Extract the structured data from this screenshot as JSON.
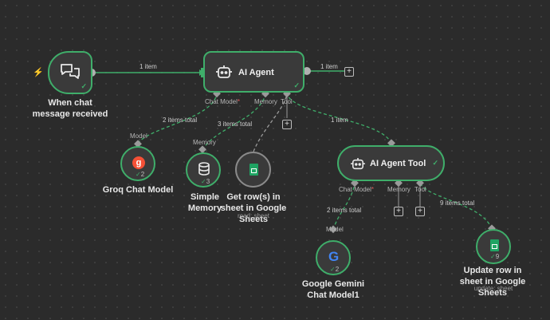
{
  "nodes": {
    "trigger": {
      "name": "When chat message received"
    },
    "agent": {
      "name": "AI Agent"
    },
    "groq": {
      "name": "Groq Chat Model",
      "count": "2"
    },
    "memory": {
      "name": "Simple Memory",
      "count": "3"
    },
    "sheets_get": {
      "name": "Get row(s) in sheet in Google Sheets",
      "subtitle": "read: sheet"
    },
    "agent_tool": {
      "name": "AI Agent Tool"
    },
    "gemini": {
      "name": "Google Gemini Chat Model1",
      "count": "2"
    },
    "sheets_update": {
      "name": "Update row in sheet in Google Sheets",
      "subtitle": "update: sheet",
      "count": "9"
    }
  },
  "edges": {
    "trigger_agent": "1 item",
    "agent_out": "1 item",
    "groq_agent": "2 items total",
    "memory_agent": "3 items total",
    "tool_agent": "1 item",
    "gemini_tool": "2 items total",
    "update_tool": "9 items total"
  },
  "ports": {
    "chat_model": "Chat Model",
    "memory": "Memory",
    "tool": "Tool",
    "model": "Model",
    "required_mark": "*"
  },
  "colors": {
    "accent": "#3fae6a",
    "trigger_bolt": "#ff6d3a",
    "groq": "#f55036",
    "sheets": "#1fa463"
  }
}
